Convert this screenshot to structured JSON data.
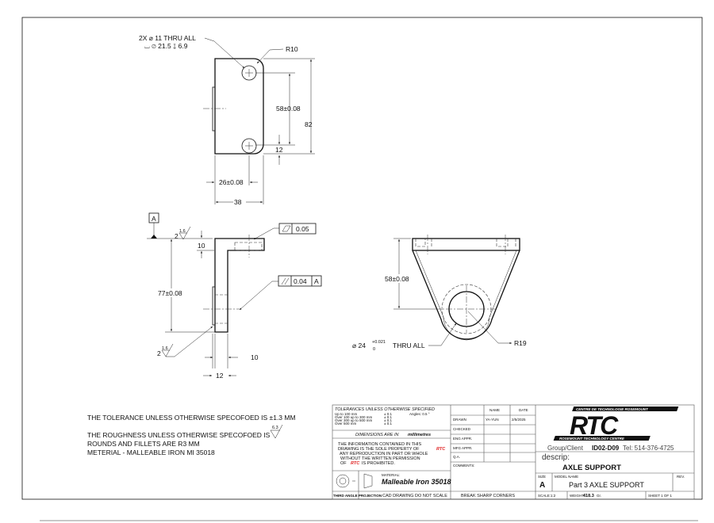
{
  "top_view": {
    "hole_callout_1": "2X ⌀ 11 THRU ALL",
    "hole_callout_2": "⌴ ⌀ 21.5 ↧ 6.9",
    "radius": "R10",
    "hole_spacing": "58±0.08",
    "height": "82",
    "hole_edge": "12",
    "hole_offset": "26±0.08",
    "width": "38"
  },
  "side_view": {
    "datum": "A",
    "roughness_top_value": "1.6",
    "roughness_top_grade": "2",
    "flange_thickness": "10",
    "flatness_tolerance": "0.05",
    "parallelism_tolerance": "0.04",
    "parallelism_datum": "A",
    "height": "77±0.08",
    "roughness_bottom_value": "1.6",
    "roughness_bottom_grade": "2",
    "leg_thickness": "10",
    "tab_width": "12"
  },
  "front_view": {
    "height": "58±0.08",
    "bore": "⌀ 24",
    "bore_upper_tol": "+0.021",
    "bore_lower_tol": "0",
    "bore_suffix": "THRU ALL",
    "radius": "R19"
  },
  "notes": {
    "line1": "THE TOLERANCE UNLESS OTHERWISE SPECOFOED IS ±1.3 MM",
    "roughness_value": "6.3",
    "line2": "THE ROUGHNESS UNLESS OTHERWISE SPECOFOED IS",
    "line3": "ROUNDS AND FILLETS ARE R3 MM",
    "line4": "METERIAL - MALLEABLE IRON MI 35018"
  },
  "title_block": {
    "tolerances_title": "TOLERANCES UNLESS OTHERWISE SPECIFIED",
    "tol_rows": [
      {
        "range": "Up to 100 mm",
        "tol": "± 0.1"
      },
      {
        "range": "Over 100 up to 300 mm",
        "tol": "± 0.1"
      },
      {
        "range": "Over 300 up to 500 mm",
        "tol": "± 0.1"
      },
      {
        "range": "Over 500 mm",
        "tol": "± 0.1"
      }
    ],
    "angles": "Angles: 0.5 °",
    "dimensions_label": "DIMENSIONS ARE IN",
    "dimensions_unit": "millimetres",
    "info_lines": [
      "THE INFORMATION CONTAINED IN THIS",
      "DRAWING IS THE SOLE PROPERTY OF",
      "ANY REPRODUCTION IN PART OR WHOLE",
      "WITHOUT THE WRITTEN PERMISSION",
      "OF",
      "IS PROHIBITED."
    ],
    "company_short": "RTC",
    "material_label": "MATERIAL:",
    "material": "Malleable Iron 35018",
    "projection_label": "THIRD ANGLE PROJECTION",
    "cad_note": "CAD DRAWING DO  NOT  SCALE",
    "header_name": "NAME",
    "header_date": "DATE",
    "rows": [
      {
        "label": "DRAWN",
        "name": "YA-YUN",
        "date": "2/5/2025"
      },
      {
        "label": "CHECKED",
        "name": "",
        "date": ""
      },
      {
        "label": "ENG APPR.",
        "name": "",
        "date": ""
      },
      {
        "label": "MFG APPR.",
        "name": "",
        "date": ""
      },
      {
        "label": "Q.A.",
        "name": "",
        "date": ""
      }
    ],
    "comments_label": "COMMENTS:",
    "break_note": "BREAK SHARP CORNERS",
    "logo_top": "CENTRE DE TECHNOLOGIE ROSEMOUNT",
    "logo_main": "RTC",
    "logo_bottom": "ROSEMOUNT TECHNOLOGY CENTRE",
    "group_prefix": "Group/Client",
    "group_id": "ID02-D09",
    "tel": "Tel: 514-376-4725",
    "descrip_label": "descrip:",
    "descrip": "AXLE SUPPORT",
    "size_label": "SIZE",
    "size": "A",
    "model_label": "MODEL NAME",
    "model": "Part 3 AXLE SUPPORT",
    "rev_label": "REV.",
    "scale": "SCALE:1:2",
    "weight_label": "WEIGHT:",
    "weight": "418.3",
    "weight_unit": "Gr.",
    "sheet": "SHEET 1  OF 1"
  },
  "colors": {
    "accent_red": "#e02020"
  }
}
